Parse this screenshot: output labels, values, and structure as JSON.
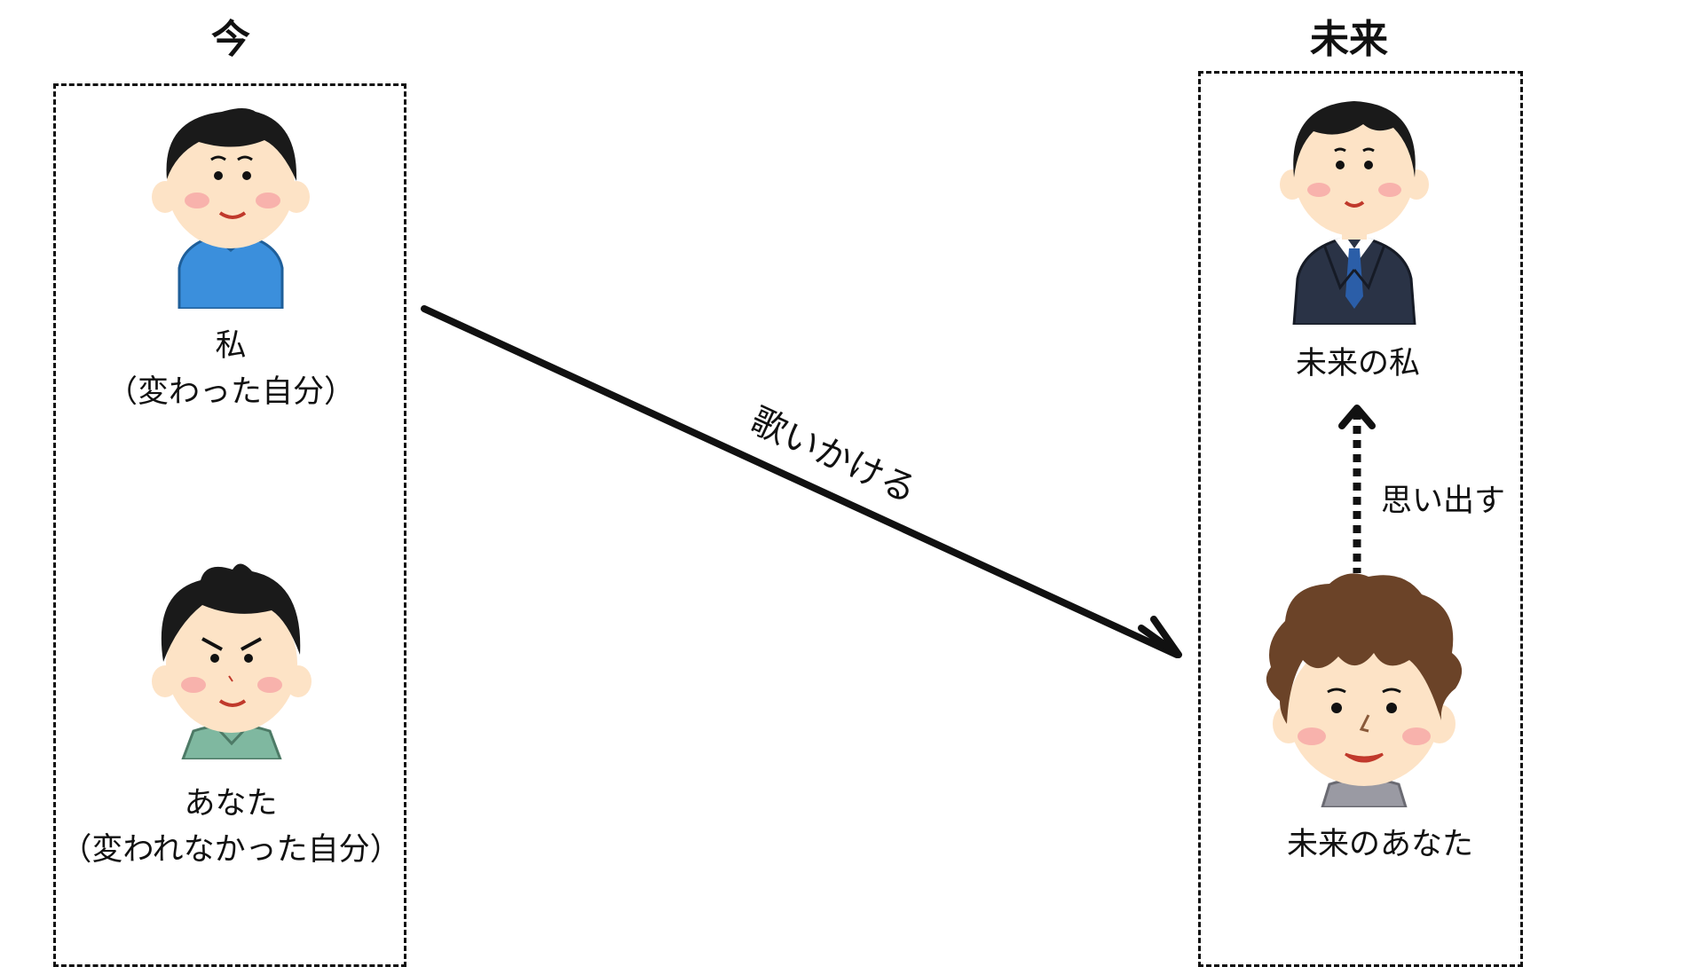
{
  "headings": {
    "now": "今",
    "future": "未来"
  },
  "people": {
    "me_now": {
      "name": "私",
      "note": "（変わった自分）"
    },
    "you_now": {
      "name": "あなた",
      "note": "（変われなかった自分）"
    },
    "me_future": {
      "name": "未来の私"
    },
    "you_future": {
      "name": "未来のあなた"
    }
  },
  "relations": {
    "sing_to": "歌いかける",
    "remember": "思い出す"
  },
  "colors": {
    "line": "#111111",
    "skin": "#fde3c6",
    "cheek": "#f6a5a5",
    "hair_black": "#1a1a1a",
    "hair_brown": "#6b4328",
    "shirt_blue": "#3b8fdc",
    "shirt_green": "#7fb8a0",
    "suit_navy": "#2a3346",
    "tie_blue": "#2b5ea8"
  }
}
